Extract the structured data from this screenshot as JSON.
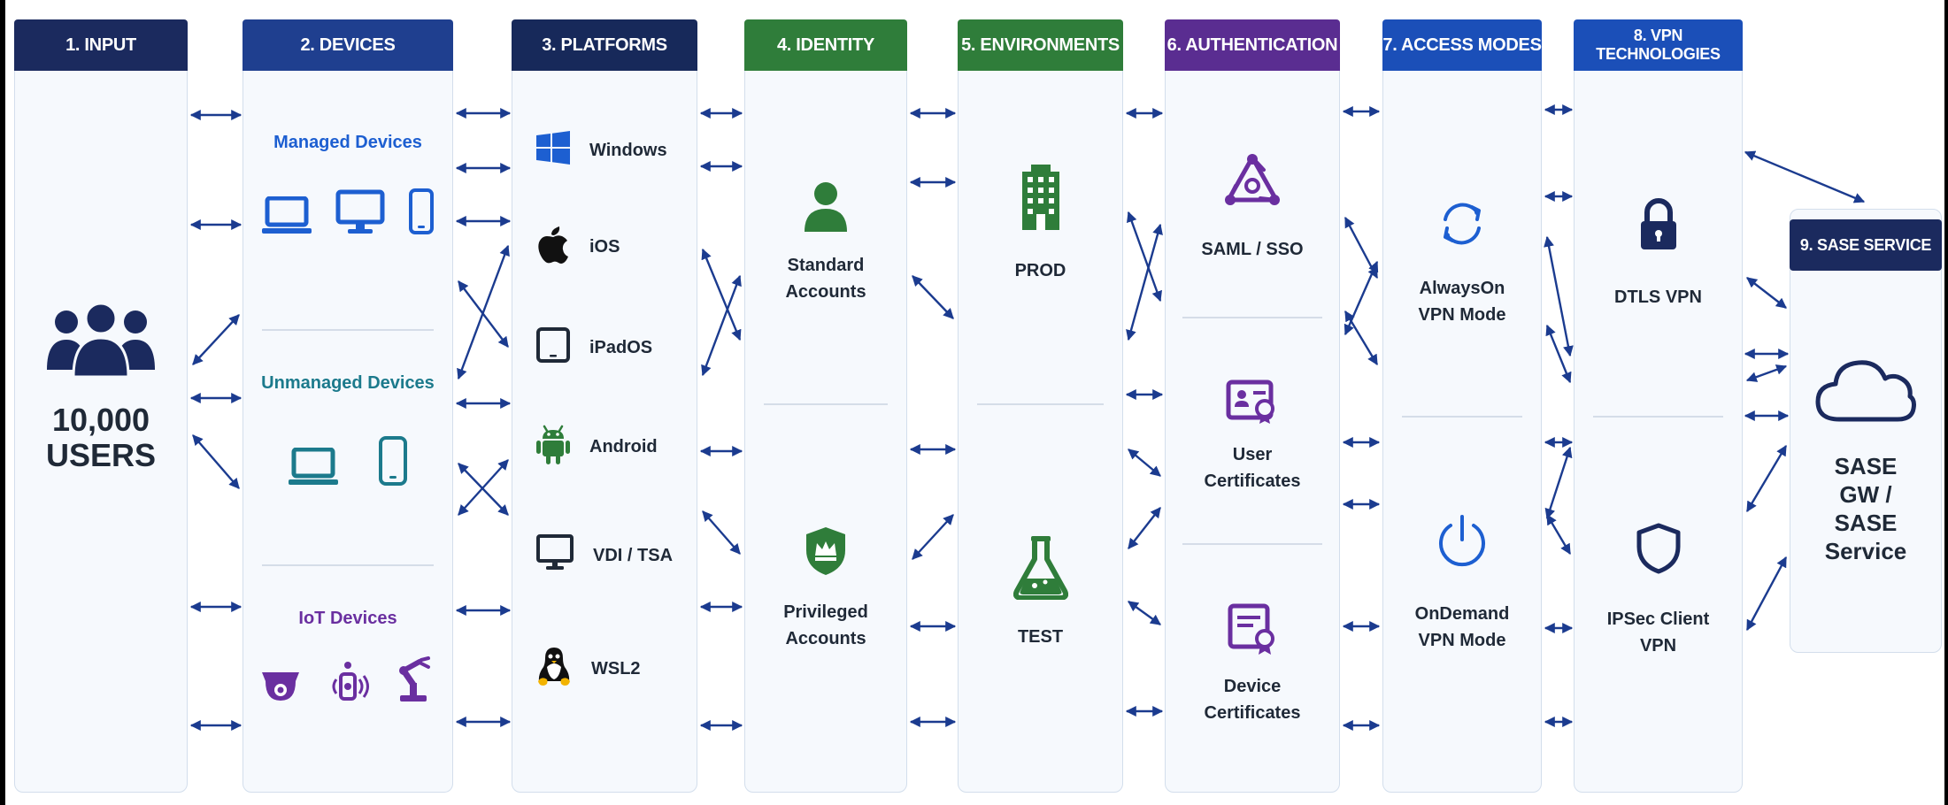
{
  "columns": [
    {
      "title": "1. INPUT",
      "color": "#1b2a5e"
    },
    {
      "title": "2. DEVICES",
      "color": "#1f3f8f"
    },
    {
      "title": "3. PLATFORMS",
      "color": "#17295a"
    },
    {
      "title": "4. IDENTITY",
      "color": "#2f7d3a"
    },
    {
      "title": "5. ENVIRONMENTS",
      "color": "#2f7d3a"
    },
    {
      "title": "6. AUTHENTICATION",
      "color": "#5a2d91"
    },
    {
      "title": "7. ACCESS MODES",
      "color": "#1b4fb8"
    },
    {
      "title": "8. VPN TECHNOLOGIES",
      "color": "#1b4fb8"
    },
    {
      "title": "9. SASE SERVICE",
      "color": "#1b2a5e"
    }
  ],
  "input": {
    "users_count": "10,000",
    "users_label": "USERS"
  },
  "devices": {
    "managed_label": "Managed Devices",
    "unmanaged_label": "Unmanaged Devices",
    "iot_label": "IoT Devices"
  },
  "platforms": [
    "Windows",
    "iOS",
    "iPadOS",
    "Android",
    "VDI / TSA",
    "WSL2"
  ],
  "identity": {
    "standard_line1": "Standard",
    "standard_line2": "Accounts",
    "privileged_line1": "Privileged",
    "privileged_line2": "Accounts"
  },
  "environments": {
    "prod": "PROD",
    "test": "TEST"
  },
  "authentication": {
    "saml": "SAML / SSO",
    "user_line1": "User",
    "user_line2": "Certificates",
    "device_line1": "Device",
    "device_line2": "Certificates"
  },
  "access_modes": {
    "alwayson_line1": "AlwaysOn",
    "alwayson_line2": "VPN Mode",
    "ondemand_line1": "OnDemand",
    "ondemand_line2": "VPN Mode"
  },
  "vpn": {
    "dtls": "DTLS VPN",
    "ipsec_line1": "IPSec Client",
    "ipsec_line2": "VPN"
  },
  "sase": {
    "line1": "SASE",
    "line2": "GW /",
    "line3": "SASE",
    "line4": "Service"
  },
  "colors": {
    "navy": "#1b2a5e",
    "blue": "#1d5fd1",
    "teal": "#1c7a8c",
    "green": "#2f7d3a",
    "purple": "#6a2fa0",
    "arrow": "#1b3b8f"
  },
  "icons": {
    "users": "users-group-icon",
    "managed": [
      "laptop-icon",
      "monitor-icon",
      "phone-icon"
    ],
    "unmanaged": [
      "laptop-icon",
      "phone-icon"
    ],
    "iot": [
      "camera-icon",
      "sensor-icon",
      "robot-arm-icon"
    ],
    "platforms": [
      "windows-icon",
      "apple-icon",
      "tablet-icon",
      "android-icon",
      "monitor-icon",
      "linux-icon"
    ],
    "identity": [
      "user-icon",
      "crown-shield-icon"
    ],
    "environments": [
      "building-icon",
      "flask-icon"
    ],
    "authentication": [
      "saml-triangle-icon",
      "id-card-icon",
      "certificate-icon"
    ],
    "access": [
      "sync-icon",
      "power-icon"
    ],
    "vpn": [
      "lock-icon",
      "shield-icon"
    ],
    "sase": "cloud-icon"
  }
}
